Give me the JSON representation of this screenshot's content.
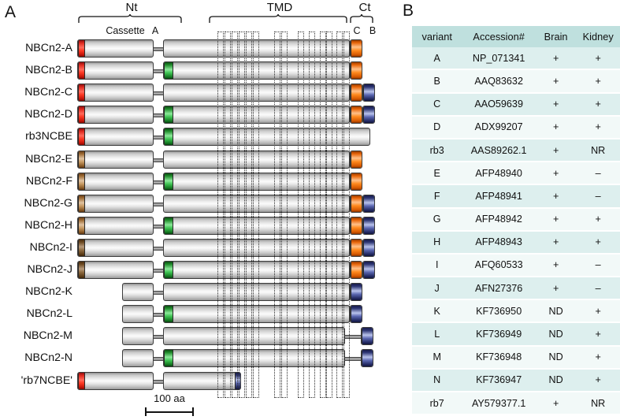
{
  "panelA": {
    "letter": "A",
    "regions": [
      {
        "name": "Nt",
        "label": "Nt"
      },
      {
        "name": "TMD",
        "label": "TMD"
      },
      {
        "name": "Ct",
        "label": "Ct"
      }
    ],
    "sub_labels": [
      {
        "name": "cassette",
        "label": "Cassette"
      },
      {
        "name": "cassette-a",
        "label": "A"
      },
      {
        "name": "cassette-c",
        "label": "C"
      },
      {
        "name": "cassette-b",
        "label": "B"
      }
    ],
    "scale": {
      "label": "100 aa"
    },
    "rows": [
      {
        "label": "NBCn2-A",
        "nt_cassette": "red",
        "a_cassette": false,
        "c_cassette": true,
        "b_cassette": false,
        "start": "full",
        "end": "c"
      },
      {
        "label": "NBCn2-B",
        "nt_cassette": "red",
        "a_cassette": true,
        "c_cassette": true,
        "b_cassette": false,
        "start": "full",
        "end": "c"
      },
      {
        "label": "NBCn2-C",
        "nt_cassette": "red",
        "a_cassette": false,
        "c_cassette": true,
        "b_cassette": true,
        "start": "full",
        "end": "cb"
      },
      {
        "label": "NBCn2-D",
        "nt_cassette": "red",
        "a_cassette": true,
        "c_cassette": true,
        "b_cassette": true,
        "start": "full",
        "end": "cb"
      },
      {
        "label": "rb3NCBE",
        "nt_cassette": "red",
        "a_cassette": true,
        "c_cassette": false,
        "b_cassette": false,
        "start": "full",
        "end": "short"
      },
      {
        "label": "NBCn2-E",
        "nt_cassette": "brown",
        "a_cassette": false,
        "c_cassette": true,
        "b_cassette": false,
        "start": "full",
        "end": "c"
      },
      {
        "label": "NBCn2-F",
        "nt_cassette": "brown",
        "a_cassette": true,
        "c_cassette": true,
        "b_cassette": false,
        "start": "full",
        "end": "c"
      },
      {
        "label": "NBCn2-G",
        "nt_cassette": "brown",
        "a_cassette": false,
        "c_cassette": true,
        "b_cassette": true,
        "start": "full",
        "end": "cb"
      },
      {
        "label": "NBCn2-H",
        "nt_cassette": "brown",
        "a_cassette": true,
        "c_cassette": true,
        "b_cassette": true,
        "start": "full",
        "end": "cb"
      },
      {
        "label": "NBCn2-I",
        "nt_cassette": "brown-dark",
        "a_cassette": false,
        "c_cassette": true,
        "b_cassette": true,
        "start": "full",
        "end": "cb"
      },
      {
        "label": "NBCn2-J",
        "nt_cassette": "brown-dark",
        "a_cassette": true,
        "c_cassette": true,
        "b_cassette": true,
        "start": "full",
        "end": "cb"
      },
      {
        "label": "NBCn2-K",
        "nt_cassette": "none",
        "a_cassette": false,
        "c_cassette": false,
        "b_cassette": true,
        "start": "trunc",
        "end": "b-only"
      },
      {
        "label": "NBCn2-L",
        "nt_cassette": "none",
        "a_cassette": true,
        "c_cassette": false,
        "b_cassette": true,
        "start": "trunc",
        "end": "b-only"
      },
      {
        "label": "NBCn2-M",
        "nt_cassette": "none",
        "a_cassette": false,
        "c_cassette": false,
        "b_cassette": true,
        "start": "trunc",
        "end": "b-gap"
      },
      {
        "label": "NBCn2-N",
        "nt_cassette": "none",
        "a_cassette": true,
        "c_cassette": false,
        "b_cassette": true,
        "start": "trunc",
        "end": "b-gap"
      },
      {
        "label": "'rb7NCBE'",
        "nt_cassette": "red",
        "a_cassette": false,
        "c_cassette": false,
        "b_cassette": false,
        "start": "full",
        "end": "blue-stub"
      }
    ]
  },
  "panelB": {
    "letter": "B",
    "columns": [
      "variant",
      "Accession#",
      "Brain",
      "Kidney"
    ],
    "rows": [
      {
        "variant": "A",
        "accession": "NP_071341",
        "brain": "+",
        "kidney": "+"
      },
      {
        "variant": "B",
        "accession": "AAQ83632",
        "brain": "+",
        "kidney": "+"
      },
      {
        "variant": "C",
        "accession": "AAO59639",
        "brain": "+",
        "kidney": "+"
      },
      {
        "variant": "D",
        "accession": "ADX99207",
        "brain": "+",
        "kidney": "+"
      },
      {
        "variant": "rb3",
        "accession": "AAS89262.1",
        "brain": "+",
        "kidney": "NR"
      },
      {
        "variant": "E",
        "accession": "AFP48940",
        "brain": "+",
        "kidney": "–"
      },
      {
        "variant": "F",
        "accession": "AFP48941",
        "brain": "+",
        "kidney": "–"
      },
      {
        "variant": "G",
        "accession": "AFP48942",
        "brain": "+",
        "kidney": "+"
      },
      {
        "variant": "H",
        "accession": "AFP48943",
        "brain": "+",
        "kidney": "+"
      },
      {
        "variant": "I",
        "accession": "AFQ60533",
        "brain": "+",
        "kidney": "–"
      },
      {
        "variant": "J",
        "accession": "AFN27376",
        "brain": "+",
        "kidney": "–"
      },
      {
        "variant": "K",
        "accession": "KF736950",
        "brain": "ND",
        "kidney": "+"
      },
      {
        "variant": "L",
        "accession": "KF736949",
        "brain": "ND",
        "kidney": "+"
      },
      {
        "variant": "M",
        "accession": "KF736948",
        "brain": "ND",
        "kidney": "+"
      },
      {
        "variant": "N",
        "accession": "KF736947",
        "brain": "ND",
        "kidney": "+"
      },
      {
        "variant": "rb7",
        "accession": "AY579377.1",
        "brain": "+",
        "kidney": "NR"
      }
    ]
  },
  "colors": {
    "cassette_red": "#ff3a25",
    "cassette_brown": "#9d6a33",
    "cassette_green": "#3fc353",
    "cassette_orange": "#ff8a1f",
    "cassette_blue": "#2d3573",
    "table_header_bg": "#bfe0de",
    "table_row_odd_bg": "#ddefee",
    "table_row_even_bg": "#f2f9f8"
  }
}
